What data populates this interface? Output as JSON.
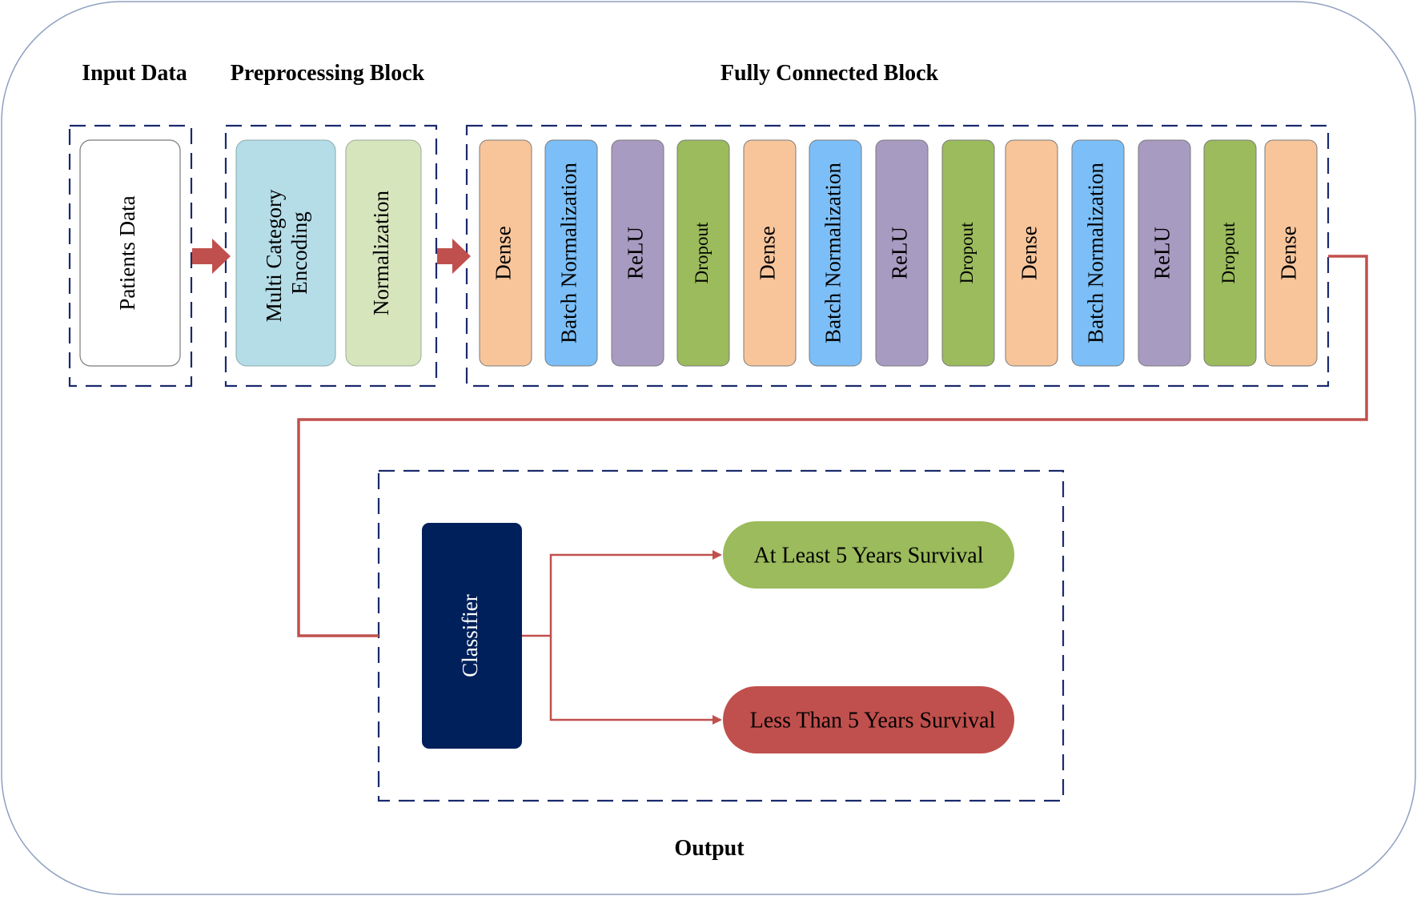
{
  "titles": {
    "input": "Input Data",
    "preprocessing": "Preprocessing Block",
    "fully_connected": "Fully Connected Block",
    "output": "Output"
  },
  "input_block": {
    "patients": "Patients Data"
  },
  "preprocessing_block": {
    "encoding_line1": "Multi Category",
    "encoding_line2": "Encoding",
    "normalization": "Normalization"
  },
  "fully_connected_block": {
    "layers": [
      {
        "label": "Dense",
        "kind": "dense"
      },
      {
        "label": "Batch Normalization",
        "kind": "batchnorm"
      },
      {
        "label": "ReLU",
        "kind": "relu"
      },
      {
        "label": "Dropout",
        "kind": "dropout"
      },
      {
        "label": "Dense",
        "kind": "dense"
      },
      {
        "label": "Batch Normalization",
        "kind": "batchnorm"
      },
      {
        "label": "ReLU",
        "kind": "relu"
      },
      {
        "label": "Dropout",
        "kind": "dropout"
      },
      {
        "label": "Dense",
        "kind": "dense"
      },
      {
        "label": "Batch Normalization",
        "kind": "batchnorm"
      },
      {
        "label": "ReLU",
        "kind": "relu"
      },
      {
        "label": "Dropout",
        "kind": "dropout"
      },
      {
        "label": "Dense",
        "kind": "dense"
      }
    ]
  },
  "output_block": {
    "classifier": "Classifier",
    "positive": "At Least 5 Years Survival",
    "negative": "Less Than 5 Years Survival"
  },
  "colors": {
    "frame": "#8ea0c0",
    "dashed": "#1a2a6c",
    "connector": "#c0504d",
    "dense": "#f8c59b",
    "batchnorm": "#7cbff8",
    "relu": "#a89bc1",
    "dropout": "#9bbb5c",
    "encoding": "#b5dde8",
    "normalization": "#d7e5bd",
    "classifier": "#00205b",
    "positive": "#9bbb5c",
    "negative": "#c0504d"
  }
}
